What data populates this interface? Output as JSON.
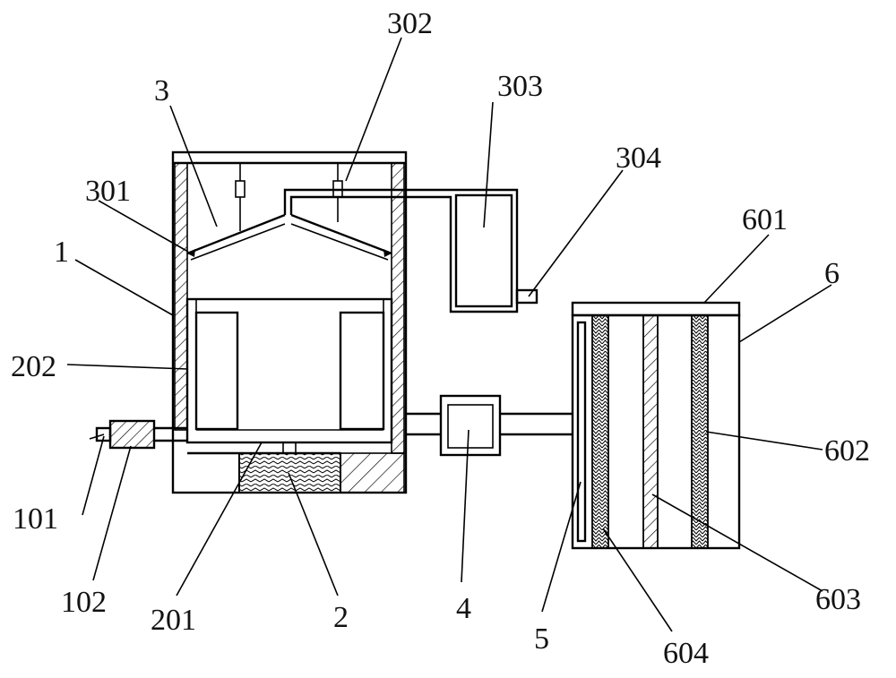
{
  "labels": {
    "l1": "1",
    "l101": "101",
    "l102": "102",
    "l2": "2",
    "l201": "201",
    "l202": "202",
    "l3": "3",
    "l301": "301",
    "l302": "302",
    "l303": "303",
    "l304": "304",
    "l4": "4",
    "l5": "5",
    "l6": "6",
    "l601": "601",
    "l602": "602",
    "l603": "603",
    "l604": "604"
  },
  "colors": {
    "line": "#000000",
    "background": "#ffffff"
  }
}
